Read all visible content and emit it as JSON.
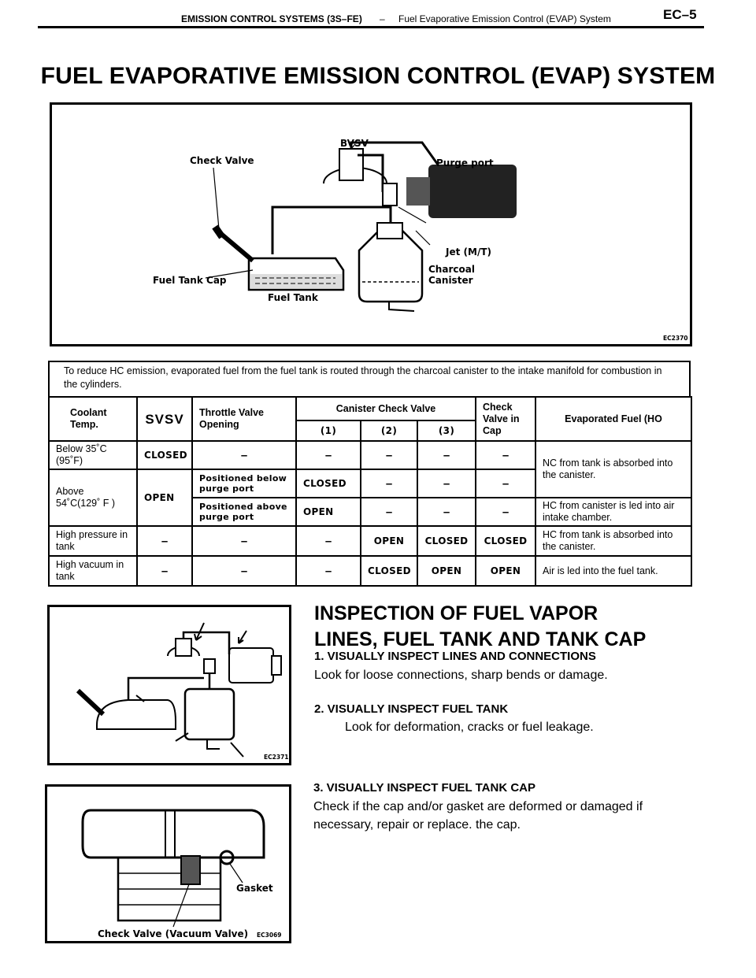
{
  "header": {
    "section": "EMISSION CONTROL SYSTEMS (3S–FE)",
    "dash": "–",
    "subsection": "Fuel Evaporative Emission Control (EVAP) System",
    "page": "EC–5"
  },
  "title": "FUEL EVAPORATIVE EMISSION CONTROL (EVAP) SYSTEM",
  "figure1": {
    "labels": {
      "bvsv": "BVSV",
      "check_valve": "Check Valve",
      "purge_port": "Purge port",
      "jet": "Jet (M/T)",
      "charcoal": "Charcoal",
      "canister": "Canister",
      "fuel_tank_cap": "Fuel Tank Cap",
      "fuel_tank": "Fuel Tank"
    },
    "code": "EC2370"
  },
  "intro": "To reduce HC emission, evaporated fuel from the fuel tank is routed through the charcoal canister to the intake manifold for combustion in the cylinders.",
  "table": {
    "headers": {
      "coolant": "Coolant Temp.",
      "svsv": "SVSV",
      "throttle": "Throttle Valve Opening",
      "canister_check": "Canister Check Valve",
      "sub1": "(1)",
      "sub2": "(2)",
      "sub3": "(3)",
      "check_cap": "Check Valve in Cap",
      "evaporated": "Evaporated Fuel (HO"
    },
    "rows": {
      "r1": {
        "temp": "Below 35˚C (95˚F)",
        "svsv": "CLOSED",
        "throttle": "–",
        "c1": "–",
        "c2": "–",
        "c3": "–",
        "cap": "–"
      },
      "r2a": {
        "temp": "Above 54˚C(129˚ F )",
        "svsv": "OPEN",
        "throttle": "Positioned below purge port",
        "c1": "CLOSED",
        "c2": "–",
        "c3": "–",
        "cap": "–"
      },
      "r12_result": "NC from tank is absorbed into the canister.",
      "r2b": {
        "throttle": "Positioned above purge port",
        "c1": "OPEN",
        "c2": "–",
        "c3": "–",
        "cap": "–",
        "result": "HC from canister is led into air intake chamber."
      },
      "r3": {
        "temp": "High pressure in tank",
        "svsv": "–",
        "throttle": "–",
        "c1": "–",
        "c2": "OPEN",
        "c3": "CLOSED",
        "cap": "CLOSED",
        "result": "HC from tank is absorbed into the canister."
      },
      "r4": {
        "temp": "High vacuum in tank",
        "svsv": "–",
        "throttle": "–",
        "c1": "–",
        "c2": "CLOSED",
        "c3": "OPEN",
        "cap": "OPEN",
        "result": "Air is led into the fuel tank."
      }
    }
  },
  "inspection": {
    "title_line1": "INSPECTION OF FUEL VAPOR",
    "title_line2": "LINES, FUEL TANK AND TANK CAP",
    "step1_title": "1.  VISUALLY INSPECT LINES AND CONNECTIONS",
    "step1_text": "Look for loose connections, sharp bends or damage.",
    "step2_title": "2.  VISUALLY INSPECT FUEL TANK",
    "step2_text": "Look for deformation, cracks or fuel leakage.",
    "step3_title": "3.  VISUALLY INSPECT FUEL TANK CAP",
    "step3_text_line1": "Check if the cap and/or gasket are deformed or damaged if",
    "step3_text_line2": "necessary, repair or replace. the cap."
  },
  "figure2": {
    "code": "EC2371"
  },
  "figure3": {
    "gasket": "Gasket",
    "check_valve": "Check Valve (Vacuum Valve)",
    "code": "EC3069"
  }
}
